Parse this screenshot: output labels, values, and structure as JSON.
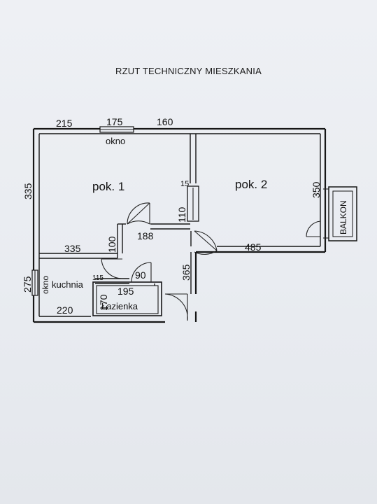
{
  "title": "RZUT TECHNICZNY MIESZKANIA",
  "rooms": {
    "room1": "pok. 1",
    "room2": "pok. 2",
    "kitchen": "kuchnia",
    "bathroom": "Łazienka",
    "balcony": "BALKON"
  },
  "windows": {
    "top": "okno",
    "kitchen": "okno"
  },
  "dimensions": {
    "top_left": "215",
    "top_window": "175",
    "top_right": "160",
    "left_room1": "335",
    "left_kitchen": "275",
    "room1_bottom": "335",
    "room1_partition": "100",
    "hall_width": "188",
    "doorway_15": "15",
    "doorway_110": "110",
    "room2_right": "350",
    "room2_bottom": "485",
    "kitchen_small": "115",
    "bath_door": "90",
    "bath_width": "195",
    "bath_height": "170",
    "kitchen_bottom": "220",
    "hall_height": "365"
  }
}
